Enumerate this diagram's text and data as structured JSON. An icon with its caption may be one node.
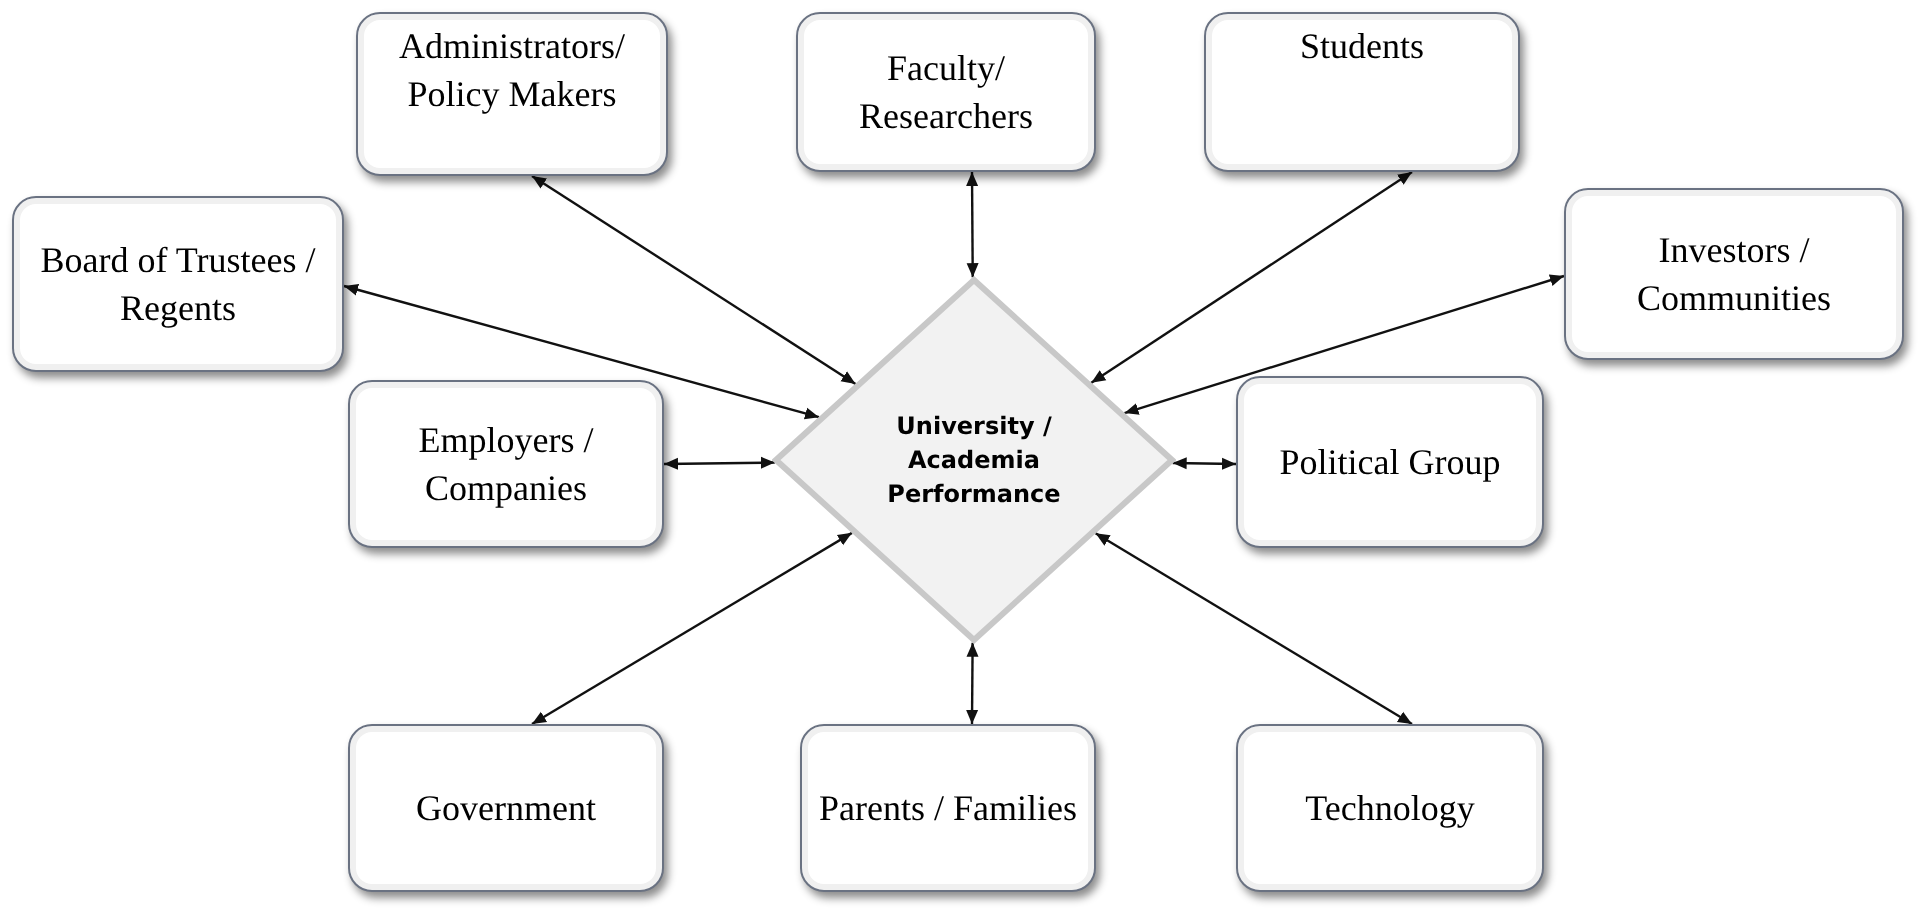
{
  "diagram": {
    "nodes": [
      {
        "text": [
          "University / Academia Performance"
        ]
      },
      {
        "text": [
          "Administrators/ Policy Makers"
        ]
      },
      {
        "text": [
          "Faculty/ Researchers"
        ]
      },
      {
        "text": [
          "Students"
        ]
      },
      {
        "text": [
          "Board of Trustees / Regents"
        ]
      },
      {
        "text": [
          "Investors / Communities"
        ]
      },
      {
        "text": [
          "Employers / Companies"
        ]
      },
      {
        "text": [
          "Political Group"
        ]
      },
      {
        "text": [
          "Government"
        ]
      },
      {
        "text": [
          "Parents / Families"
        ]
      },
      {
        "text": [
          "Technology"
        ]
      }
    ],
    "edges": [
      {
        "from": 0,
        "to": 1,
        "arrow": "both"
      },
      {
        "from": 0,
        "to": 2,
        "arrow": "both"
      },
      {
        "from": 0,
        "to": 3,
        "arrow": "both"
      },
      {
        "from": 0,
        "to": 4,
        "arrow": "both"
      },
      {
        "from": 0,
        "to": 5,
        "arrow": "both"
      },
      {
        "from": 0,
        "to": 6,
        "arrow": "both"
      },
      {
        "from": 0,
        "to": 7,
        "arrow": "both"
      },
      {
        "from": 0,
        "to": 8,
        "arrow": "both"
      },
      {
        "from": 0,
        "to": 9,
        "arrow": "both"
      },
      {
        "from": 0,
        "to": 10,
        "arrow": "both"
      }
    ]
  }
}
